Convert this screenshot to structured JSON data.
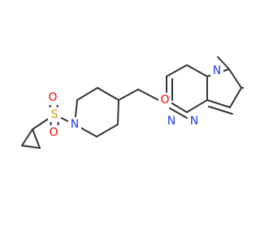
{
  "molecule": {
    "atoms": {
      "N_pip": {
        "symbol": "N",
        "color": "#1f3cff"
      },
      "S": {
        "symbol": "S",
        "color": "#c8a400"
      },
      "O_s1": {
        "symbol": "O",
        "color": "#ff0000"
      },
      "O_s2": {
        "symbol": "O",
        "color": "#ff0000"
      },
      "O_ether": {
        "symbol": "O",
        "color": "#ff0000"
      },
      "N_imine": {
        "symbol": "N",
        "color": "#1f3cff"
      },
      "N_ring_low": {
        "symbol": "N",
        "color": "#1f3cff"
      },
      "N_bridge": {
        "symbol": "N",
        "color": "#1f3cff"
      }
    }
  }
}
